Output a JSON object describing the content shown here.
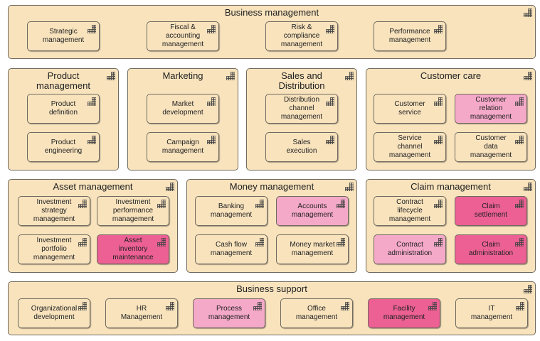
{
  "groups": [
    {
      "id": "business-management",
      "title": "Business management",
      "caps": [
        {
          "label": "Strategic\nmanagement",
          "tone": "normal"
        },
        {
          "label": "Fiscal &\naccounting\nmanagement",
          "tone": "normal"
        },
        {
          "label": "Risk &\ncompliance\nmanagement",
          "tone": "normal"
        },
        {
          "label": "Performance\nmanagement",
          "tone": "normal"
        }
      ]
    },
    {
      "id": "product-management",
      "title": "Product\nmanagement",
      "caps": [
        {
          "label": "Product\ndefinition",
          "tone": "normal"
        },
        {
          "label": "Product\nengineering",
          "tone": "normal"
        }
      ]
    },
    {
      "id": "marketing",
      "title": "Marketing",
      "caps": [
        {
          "label": "Market\ndevelopment",
          "tone": "normal"
        },
        {
          "label": "Campaign\nmanagement",
          "tone": "normal"
        }
      ]
    },
    {
      "id": "sales-distribution",
      "title": "Sales and\nDistribution",
      "caps": [
        {
          "label": "Distribution\nchannel\nmanagement",
          "tone": "normal"
        },
        {
          "label": "Sales\nexecution",
          "tone": "normal"
        }
      ]
    },
    {
      "id": "customer-care",
      "title": "Customer care",
      "caps": [
        {
          "label": "Customer\nservice",
          "tone": "normal"
        },
        {
          "label": "Customer\nrelation\nmanagement",
          "tone": "light"
        },
        {
          "label": "Service\nchannel\nmanagement",
          "tone": "normal"
        },
        {
          "label": "Customer\ndata\nmanagement",
          "tone": "normal"
        }
      ]
    },
    {
      "id": "asset-management",
      "title": "Asset management",
      "caps": [
        {
          "label": "Investment\nstrategy\nmanagement",
          "tone": "normal"
        },
        {
          "label": "Investment\nperformance\nmanagement",
          "tone": "normal"
        },
        {
          "label": "Investment\nportfolio\nmanagement",
          "tone": "normal"
        },
        {
          "label": "Asset\ninventory\nmaintenance",
          "tone": "dark"
        }
      ]
    },
    {
      "id": "money-management",
      "title": "Money management",
      "caps": [
        {
          "label": "Banking\nmanagement",
          "tone": "normal"
        },
        {
          "label": "Accounts\nmanagement",
          "tone": "light"
        },
        {
          "label": "Cash flow\nmanagement",
          "tone": "normal"
        },
        {
          "label": "Money market\nmanagement",
          "tone": "normal"
        }
      ]
    },
    {
      "id": "claim-management",
      "title": "Claim management",
      "caps": [
        {
          "label": "Contract\nlifecycle\nmanagement",
          "tone": "normal"
        },
        {
          "label": "Claim\nsettlement",
          "tone": "dark"
        },
        {
          "label": "Contract\nadministration",
          "tone": "light"
        },
        {
          "label": "Claim\nadministration",
          "tone": "dark"
        }
      ]
    },
    {
      "id": "business-support",
      "title": "Business support",
      "caps": [
        {
          "label": "Organizational\ndevelopment",
          "tone": "normal"
        },
        {
          "label": "HR\nManagement",
          "tone": "normal"
        },
        {
          "label": "Process\nmanagement",
          "tone": "light"
        },
        {
          "label": "Office\nmanagement",
          "tone": "normal"
        },
        {
          "label": "Facility\nmanagement",
          "tone": "dark"
        },
        {
          "label": "IT\nmanagement",
          "tone": "normal"
        }
      ]
    }
  ],
  "colors": {
    "normal": "#f8e3bd",
    "light": "#f5a9c8",
    "dark": "#ec6093",
    "border": "#6f6a5e"
  },
  "icon": "capability-icon"
}
